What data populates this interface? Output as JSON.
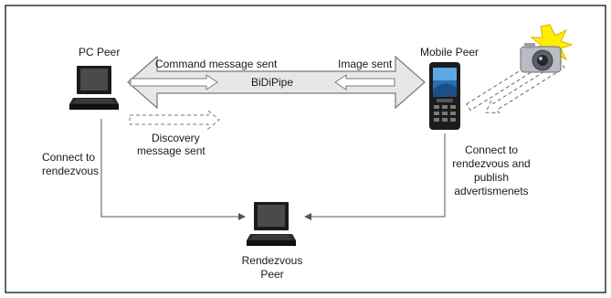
{
  "nodes": {
    "pc_peer": "PC Peer",
    "mobile_peer": "Mobile Peer",
    "rendezvous_line1": "Rendezvous",
    "rendezvous_line2": "Peer"
  },
  "arrows": {
    "command": "Command message sent",
    "image": "Image sent",
    "pipe": "BiDiPipe",
    "discovery_line1": "Discovery",
    "discovery_line2": "message sent"
  },
  "connections": {
    "pc_line1": "Connect to",
    "pc_line2": "rendezvous",
    "mobile_line1": "Connect to",
    "mobile_line2": "rendezvous and",
    "mobile_line3": "publish",
    "mobile_line4": "advertismenets"
  },
  "icons": [
    "laptop-icon",
    "smartphone-icon",
    "camera-icon",
    "flash-star-icon"
  ],
  "colors": {
    "frame": "#000000",
    "arrow_fill": "#e7e7e7",
    "arrow_stroke": "#7a7a7a",
    "connector": "#555555",
    "flash": "#ffee00"
  }
}
